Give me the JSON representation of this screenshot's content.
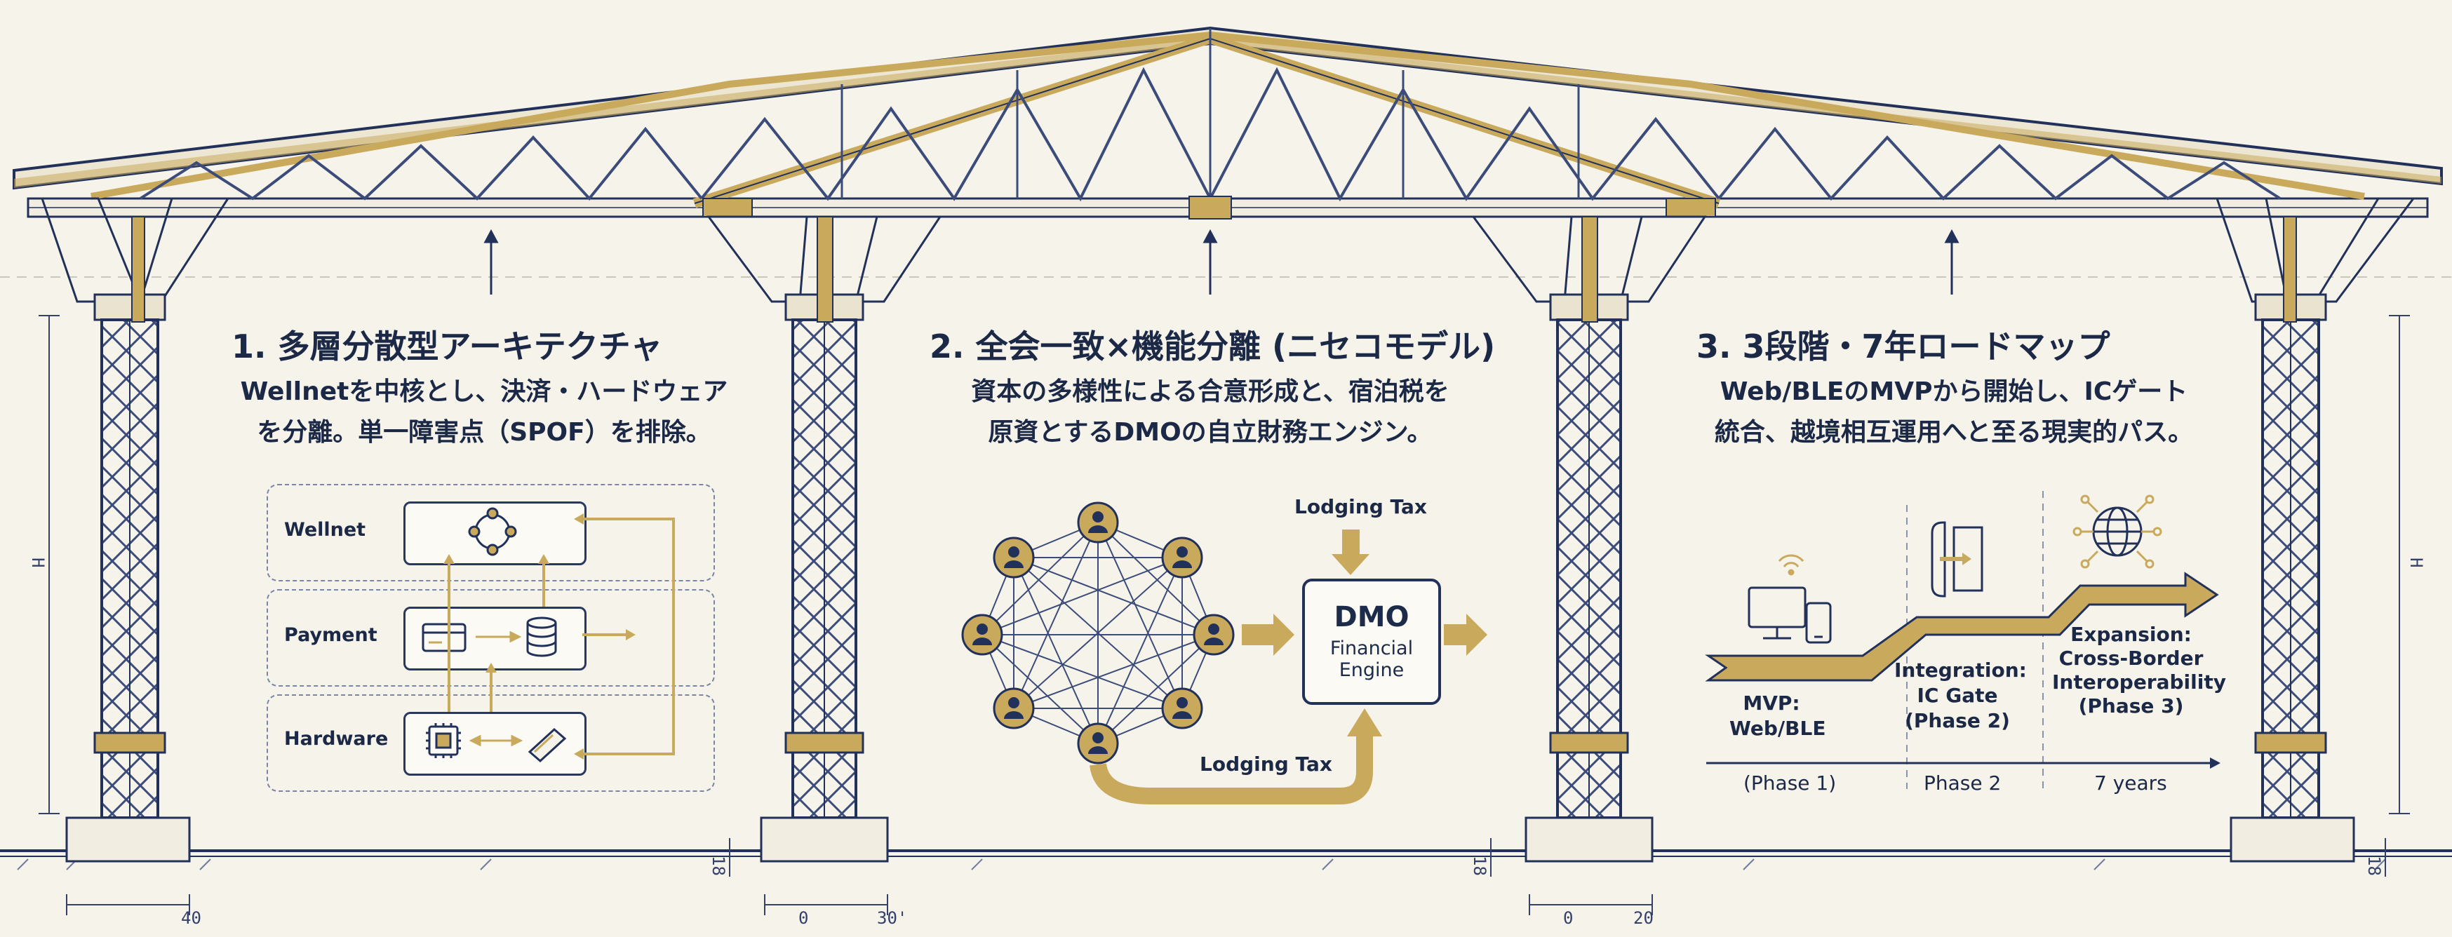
{
  "panels": [
    {
      "title": "1. 多層分散型アーキテクチャ",
      "body_line1": "Wellnetを中核とし、決済・ハードウェア",
      "body_line2": "を分離。単一障害点（SPOF）を排除。",
      "layers": [
        "Wellnet",
        "Payment",
        "Hardware"
      ]
    },
    {
      "title": "2. 全会一致×機能分離 (ニセコモデル)",
      "body_line1": "資本の多様性による合意形成と、宿泊税を",
      "body_line2": "原資とするDMOの自立財務エンジン。",
      "tax_top": "Lodging Tax",
      "tax_bottom": "Lodging Tax",
      "dmo_title": "DMO",
      "dmo_line1": "Financial",
      "dmo_line2": "Engine"
    },
    {
      "title": "3. 3段階・7年ロードマップ",
      "body_line1": "Web/BLEのMVPから開始し、ICゲート",
      "body_line2": "統合、越境相互運用へと至る現実的パス。",
      "mvp_line1": "MVP:",
      "mvp_line2": "Web/BLE",
      "integration_line1": "Integration:",
      "integration_line2": "IC Gate",
      "integration_line3": "(Phase 2)",
      "expansion_line1": "Expansion:",
      "expansion_line2": "Cross-Border",
      "expansion_line3": "Interoperability",
      "expansion_line4": "(Phase 3)",
      "timeline": [
        "(Phase 1)",
        "Phase 2",
        "7 years"
      ]
    }
  ],
  "dimensions": {
    "base_left": "40",
    "base_mid1_a": "0",
    "base_mid1_b": "30'",
    "base_mid2_a": "0",
    "base_mid2_b": "20",
    "height_label": "H",
    "small_height": "18"
  },
  "colors": {
    "navy": "#22315a",
    "gold": "#c9a95c",
    "paper": "#f6f3ea"
  }
}
